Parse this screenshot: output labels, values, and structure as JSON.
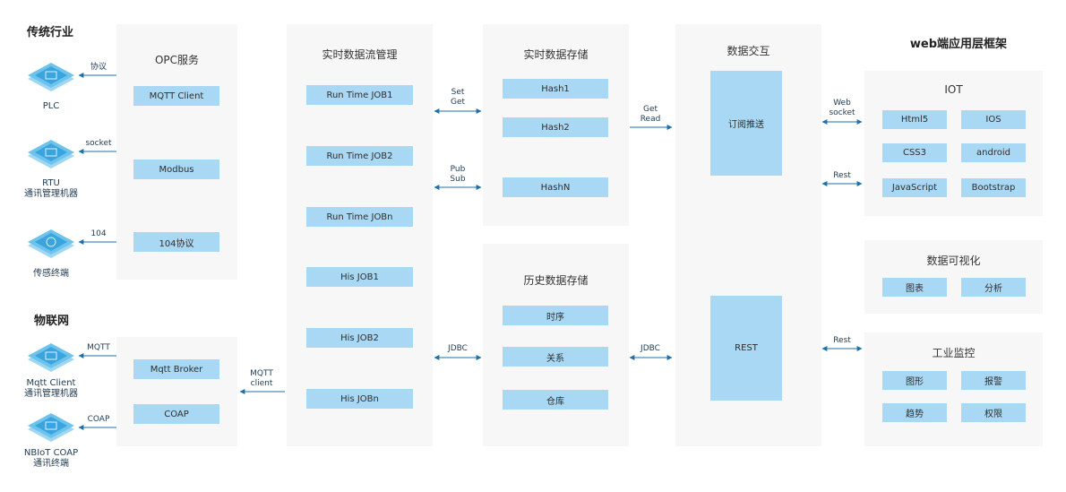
{
  "sections": {
    "traditional": "传统行业",
    "iot": "物联网",
    "web": "web端应用层框架"
  },
  "devices": {
    "plc": "PLC",
    "rtu": "RTU",
    "rtu_sub": "通讯管理机器",
    "sensor": "传感终端",
    "mqtt_client": "Mqtt  Client",
    "mqtt_client_sub": "通讯管理机器",
    "nbiot": "NBIoT COAP",
    "nbiot_sub": "通讯终端"
  },
  "arrow_labels": {
    "protocol": "协议",
    "socket": "socket",
    "p104": "104",
    "mqtt": "MQTT",
    "coap": "COAP",
    "mqtt_client_1": "MQTT",
    "mqtt_client_2": "client",
    "set": "Set",
    "get": "Get",
    "pub": "Pub",
    "sub": "Sub",
    "jdbc_left": "JDBC",
    "jdbc_right": "JDBC",
    "get2": "Get",
    "read": "Read",
    "web": "Web",
    "socket2": "socket",
    "rest1": "Rest",
    "rest2": "Rest"
  },
  "opc": {
    "title": "OPC服务",
    "items": [
      "MQTT Client",
      "Modbus",
      "104协议"
    ]
  },
  "broker": {
    "items": [
      "Mqtt  Broker",
      "COAP"
    ]
  },
  "stream": {
    "title": "实时数据流管理",
    "items": [
      "Run Time JOB1",
      "Run Time JOB2",
      "Run Time JOBn",
      "His JOB1",
      "His JOB2",
      "His JOBn"
    ]
  },
  "realtime_storage": {
    "title": "实时数据存储",
    "items": [
      "Hash1",
      "Hash2",
      "HashN"
    ]
  },
  "history_storage": {
    "title": "历史数据存储",
    "items": [
      "时序",
      "关系",
      "仓库"
    ]
  },
  "exchange": {
    "title": "数据交互",
    "push": "订阅推送",
    "rest": "REST"
  },
  "iot_panel": {
    "title": "IOT",
    "items": [
      "Html5",
      "IOS",
      "CSS3",
      "android",
      "JavaScript",
      "Bootstrap"
    ]
  },
  "viz_panel": {
    "title": "数据可视化",
    "items": [
      "图表",
      "分析"
    ]
  },
  "monitor_panel": {
    "title": "工业监控",
    "items": [
      "图形",
      "报警",
      "趋势",
      "权限"
    ]
  },
  "colors": {
    "panel_bg": "#f7f7f7",
    "box": "#a9d8f4",
    "line": "#1f6fa8"
  }
}
